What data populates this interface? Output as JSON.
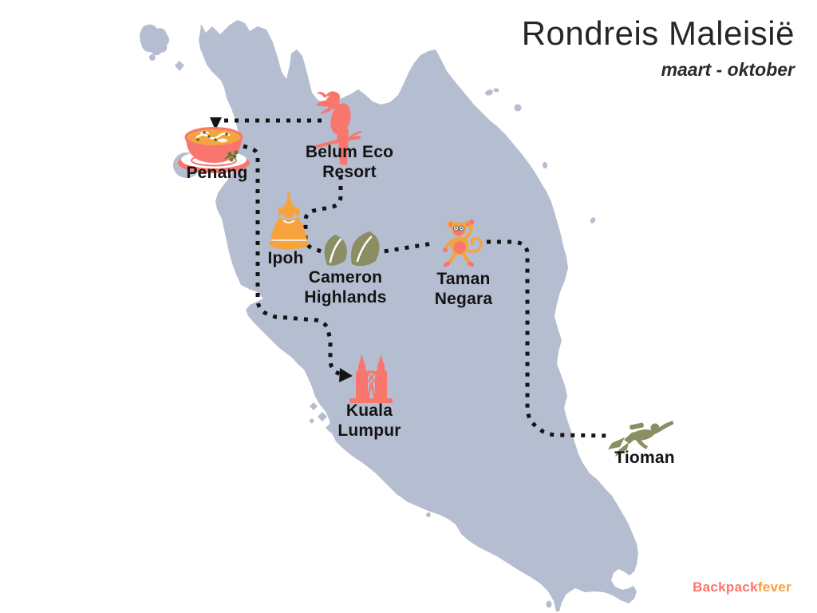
{
  "title": "Rondreis Maleisië",
  "subtitle": "maart - oktober",
  "brand": {
    "part1": "Backpack",
    "part2": "fever"
  },
  "map": {
    "region": "Peninsular Malaysia",
    "land_color": "#b5bdd1",
    "sea_color": "#ffffff"
  },
  "colors": {
    "coral": "#f8766d",
    "orange": "#f7a33d",
    "olive": "#8a8e62",
    "route": "#141414",
    "label_text": "#141414"
  },
  "route": {
    "style": "dotted",
    "color": "#141414",
    "segments": [
      {
        "from": "Belum Eco Resort",
        "to": "Penang",
        "arrow": true
      },
      {
        "from": "Penang",
        "to": "Kuala Lumpur",
        "arrow": true
      },
      {
        "from": "Belum Eco Resort",
        "to": "Ipoh",
        "arrow": false
      },
      {
        "from": "Ipoh",
        "to": "Cameron Highlands",
        "arrow": false
      },
      {
        "from": "Cameron Highlands",
        "to": "Taman Negara",
        "arrow": false
      },
      {
        "from": "Taman Negara",
        "to": "Tioman",
        "arrow": false
      }
    ]
  },
  "locations": [
    {
      "name": "Penang",
      "icon": "laksa-bowl"
    },
    {
      "name": "Belum Eco\nResort",
      "icon": "hornbill"
    },
    {
      "name": "Ipoh",
      "icon": "buddha-statue"
    },
    {
      "name": "Cameron\nHighlands",
      "icon": "tea-leaves"
    },
    {
      "name": "Taman\nNegara",
      "icon": "monkey"
    },
    {
      "name": "Kuala\nLumpur",
      "icon": "petronas-towers"
    },
    {
      "name": "Tioman",
      "icon": "scuba-diver"
    }
  ]
}
